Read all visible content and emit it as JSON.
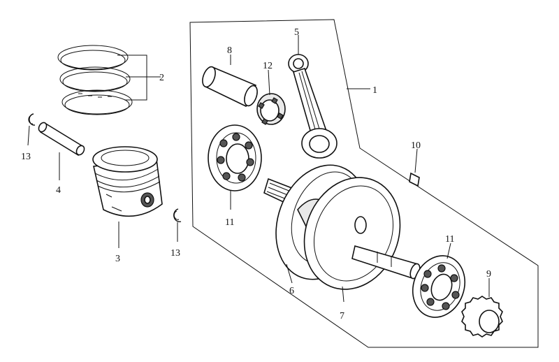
{
  "labels": {
    "l1": "1",
    "l2": "2",
    "l3": "3",
    "l4": "4",
    "l5": "5",
    "l6": "6",
    "l7": "7",
    "l8": "8",
    "l9": "9",
    "l10": "10",
    "l11a": "11",
    "l11b": "11",
    "l12": "12",
    "l13a": "13",
    "l13b": "13"
  }
}
